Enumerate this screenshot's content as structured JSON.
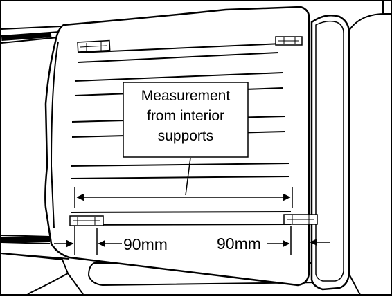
{
  "figure": {
    "callout_lines": [
      "Measurement",
      "from interior",
      "supports"
    ],
    "left_dimension": "90mm",
    "right_dimension": "90mm"
  },
  "colors": {
    "line": "#000000",
    "background": "#ffffff"
  }
}
